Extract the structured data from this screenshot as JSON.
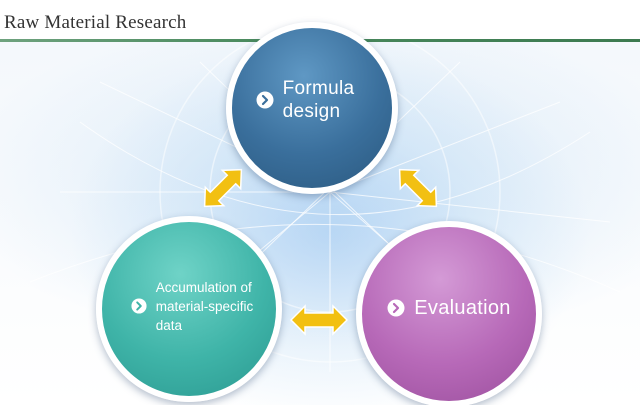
{
  "header": {
    "title": "Raw Material Research",
    "accent_color": "#3c7a50"
  },
  "diagram": {
    "nodes": {
      "formula": {
        "line1": "Formula",
        "line2": "design",
        "color": "#3a6f9c",
        "icon": "chevron-right-icon"
      },
      "accumulation": {
        "line1": "Accumulation of",
        "line2": "material-specific",
        "line3": "data",
        "color": "#3fb4a8",
        "icon": "chevron-right-icon"
      },
      "evaluation": {
        "label": "Evaluation",
        "color": "#b769b8",
        "icon": "chevron-right-icon"
      }
    },
    "arrows": {
      "color": "#f2c012",
      "style": "double-headed"
    }
  }
}
